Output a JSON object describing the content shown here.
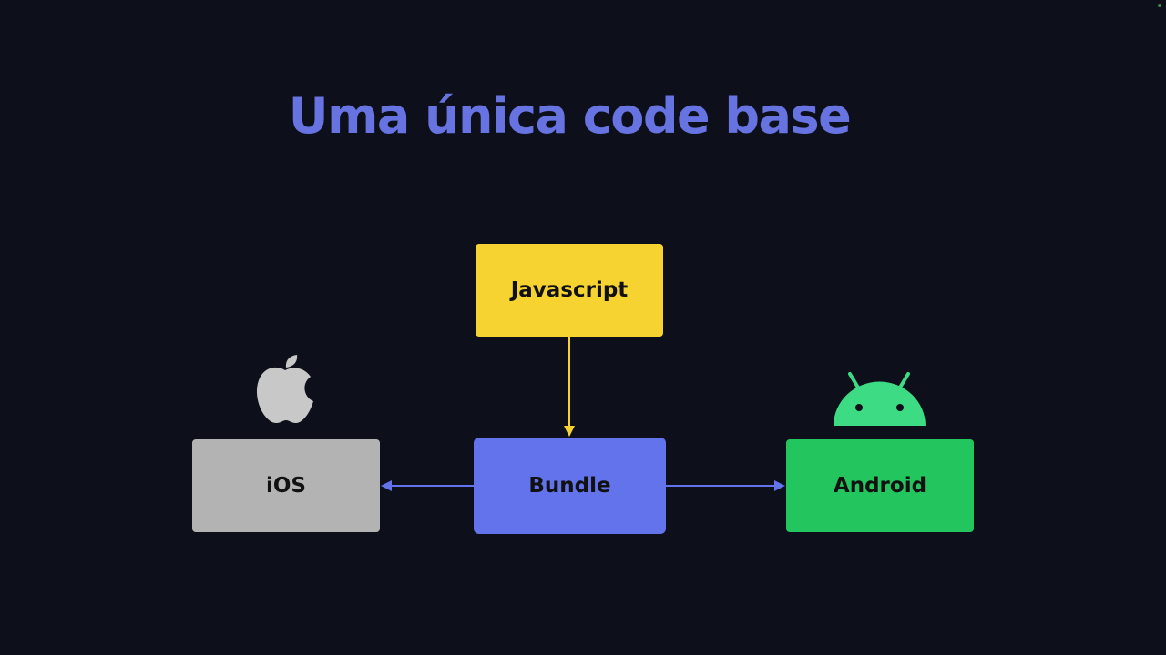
{
  "slide": {
    "title": "Uma única code base"
  },
  "diagram": {
    "nodes": [
      {
        "id": "javascript",
        "label": "Javascript",
        "color": "#f7d332"
      },
      {
        "id": "bundle",
        "label": "Bundle",
        "color": "#6373ec"
      },
      {
        "id": "ios",
        "label": "iOS",
        "color": "#b3b3b3"
      },
      {
        "id": "android",
        "label": "Android",
        "color": "#22c55e"
      }
    ],
    "edges": [
      {
        "from": "javascript",
        "to": "bundle",
        "color": "#f7d332"
      },
      {
        "from": "bundle",
        "to": "ios",
        "color": "#6373ec"
      },
      {
        "from": "bundle",
        "to": "android",
        "color": "#6373ec"
      }
    ],
    "icons": [
      {
        "name": "apple-icon",
        "attached_to": "ios",
        "color": "#c8c8c8"
      },
      {
        "name": "android-icon",
        "attached_to": "android",
        "color": "#3ddc84"
      }
    ]
  },
  "colors": {
    "background": "#0d0f1a",
    "title": "#6673e0"
  }
}
